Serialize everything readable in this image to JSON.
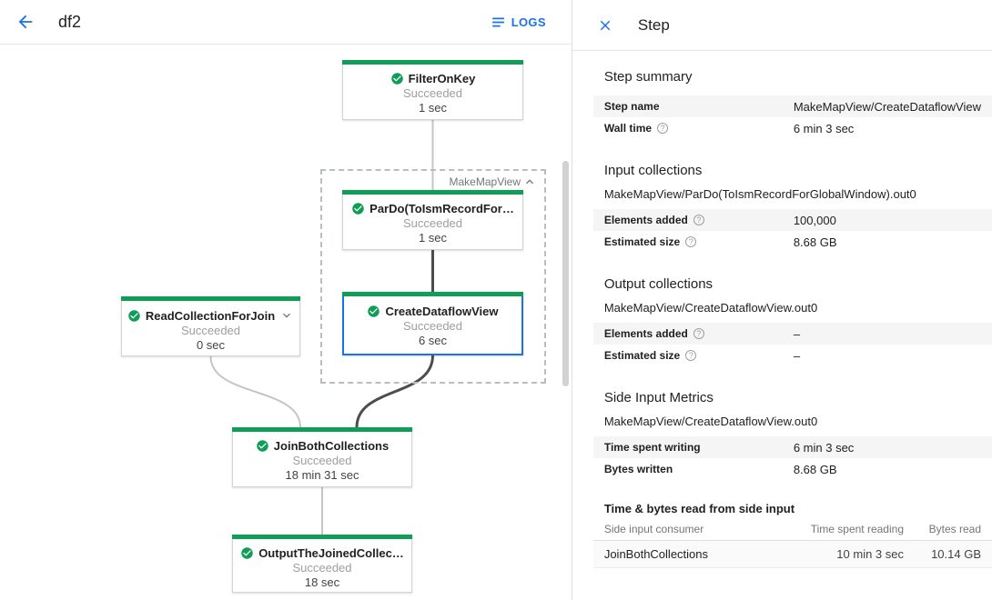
{
  "header": {
    "title": "df2",
    "logs_label": "LOGS"
  },
  "graph": {
    "group_label": "MakeMapView",
    "nodes": {
      "filter": {
        "title": "FilterOnKey",
        "status": "Succeeded",
        "time": "1 sec"
      },
      "pardo": {
        "title": "ParDo(ToIsmRecordFor…",
        "status": "Succeeded",
        "time": "1 sec"
      },
      "read": {
        "title": "ReadCollectionForJoin",
        "status": "Succeeded",
        "time": "0 sec"
      },
      "create": {
        "title": "CreateDataflowView",
        "status": "Succeeded",
        "time": "6 sec"
      },
      "join": {
        "title": "JoinBothCollections",
        "status": "Succeeded",
        "time": "18 min 31 sec"
      },
      "output": {
        "title": "OutputTheJoinedCollec…",
        "status": "Succeeded",
        "time": "18 sec"
      }
    }
  },
  "panel": {
    "title": "Step",
    "summary": {
      "heading": "Step summary",
      "rows": [
        {
          "label": "Step name",
          "value": "MakeMapView/CreateDataflowView"
        },
        {
          "label": "Wall time",
          "value": "6 min 3 sec"
        }
      ]
    },
    "input": {
      "heading": "Input collections",
      "collection": "MakeMapView/ParDo(ToIsmRecordForGlobalWindow).out0",
      "rows": [
        {
          "label": "Elements added",
          "value": "100,000"
        },
        {
          "label": "Estimated size",
          "value": "8.68 GB"
        }
      ]
    },
    "output": {
      "heading": "Output collections",
      "collection": "MakeMapView/CreateDataflowView.out0",
      "rows": [
        {
          "label": "Elements added",
          "value": "–"
        },
        {
          "label": "Estimated size",
          "value": "–"
        }
      ]
    },
    "side_input": {
      "heading": "Side Input Metrics",
      "collection": "MakeMapView/CreateDataflowView.out0",
      "rows": [
        {
          "label": "Time spent writing",
          "value": "6 min 3 sec"
        },
        {
          "label": "Bytes written",
          "value": "8.68 GB"
        }
      ],
      "read_table": {
        "title": "Time & bytes read from side input",
        "headers": [
          "Side input consumer",
          "Time spent reading",
          "Bytes read"
        ],
        "rows": [
          {
            "consumer": "JoinBothCollections",
            "time": "10 min 3 sec",
            "bytes": "10.14 GB"
          }
        ]
      }
    }
  },
  "colors": {
    "node_green": "#0f9d58",
    "accent_blue": "#1a73e8",
    "selected_border": "#1a73e8",
    "edge_light": "#c5c5c5",
    "edge_dark": "#4d4d4d",
    "row_gray": "#f5f5f5"
  }
}
